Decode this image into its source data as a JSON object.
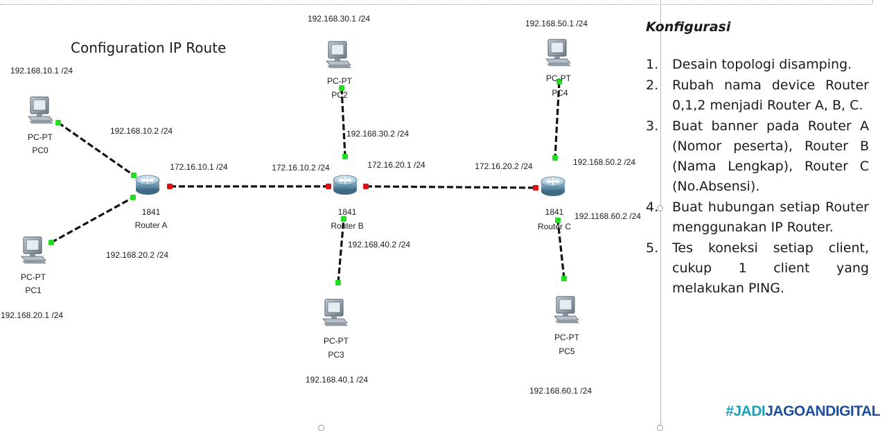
{
  "title": "Configuration IP Route",
  "devices": {
    "pc0": {
      "type": "PC-PT",
      "name": "PC0",
      "ip": "192.168.10.1 /24"
    },
    "pc1": {
      "type": "PC-PT",
      "name": "PC1",
      "ip": "192.168.20.1 /24"
    },
    "pc2": {
      "type": "PC-PT",
      "name": "PC2",
      "ip": "192.168.30.1 /24"
    },
    "pc3": {
      "type": "PC-PT",
      "name": "PC3",
      "ip": "192.168.40.1 /24"
    },
    "pc4": {
      "type": "PC-PT",
      "name": "PC4",
      "ip": "192.168.50.1 /24"
    },
    "pc5": {
      "type": "PC-PT",
      "name": "PC5",
      "ip": "192.168.60.1 /24"
    },
    "router_a": {
      "model": "1841",
      "name": "Router A"
    },
    "router_b": {
      "model": "1841",
      "name": "Router B"
    },
    "router_c": {
      "model": "1841",
      "name": "Router C"
    }
  },
  "interfaces": {
    "ra_pc0": "192.168.10.2 /24",
    "ra_pc1": "192.168.20.2 /24",
    "ra_rb": "172.16.10.1 /24",
    "rb_ra": "172.16.10.2 /24",
    "rb_rc": "172.16.20.1 /24",
    "rb_pc2": "192.168.30.2 /24",
    "rb_pc3": "192.168.40.2 /24",
    "rc_rb": "172.16.20.2 /24",
    "rc_pc4": "192.168.50.2 /24",
    "rc_pc5": "192.1168.60.2 /24"
  },
  "config": {
    "heading": "Konfigurasi",
    "steps": [
      {
        "num": "1.",
        "text": "Desain topologi disamping."
      },
      {
        "num": "2.",
        "text": "Rubah nama device Router 0,1,2 menjadi Router A, B, C."
      },
      {
        "num": "3.",
        "text": "Buat banner pada Router A (Nomor peserta), Router B (Nama Lengkap), Router C (No.Absensi)."
      },
      {
        "num": "4.",
        "text": "Buat hubungan setiap Router menggunakan IP Router."
      },
      {
        "num": "5.",
        "text": "Tes koneksi setiap client, cukup 1 client yang melakukan PING."
      }
    ]
  },
  "brand": {
    "hash": "#JADI",
    "rest": "JAGOANDIGITAL"
  },
  "colors": {
    "link": "#111111",
    "port_up": "#22dd22",
    "port_down": "#dd1111",
    "router": "#5f8da8",
    "pc": "#7d8a96",
    "brand_accent": "#1aa0b9",
    "brand_main": "#1b4f9c"
  }
}
